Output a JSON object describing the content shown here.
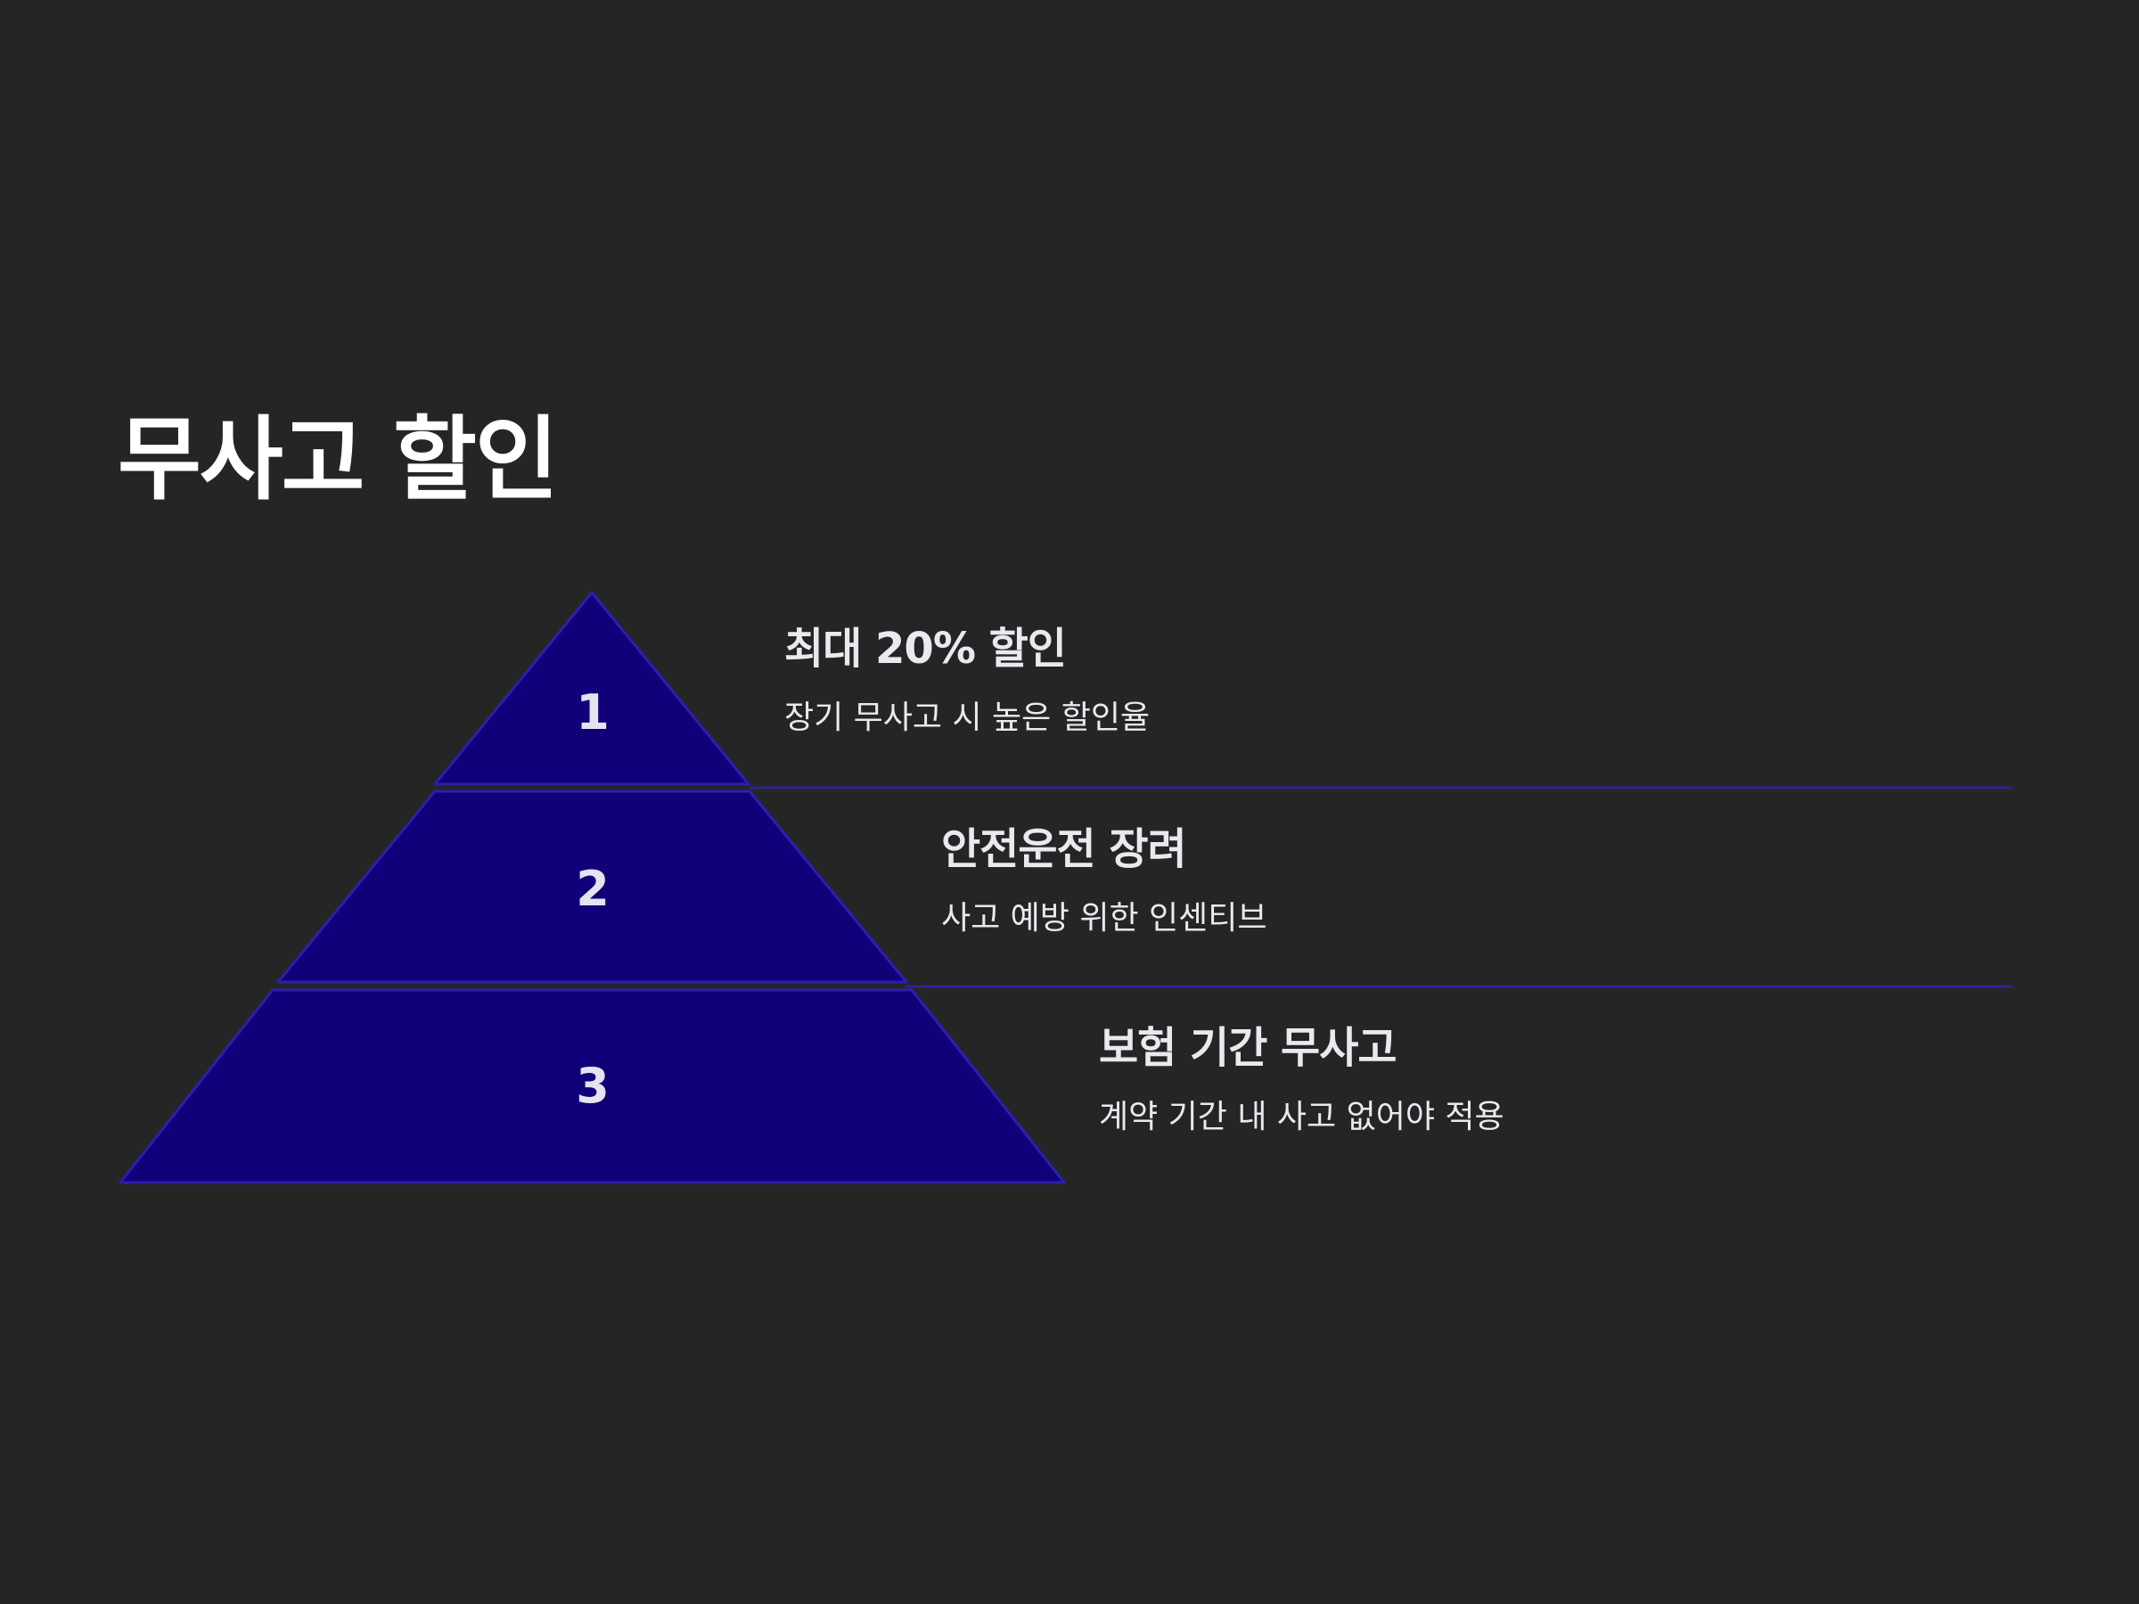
{
  "title": "무사고 할인",
  "colors": {
    "background": "#262526",
    "tier_fill": "#10007a",
    "tier_stroke": "#2a20b0",
    "divider": "#2c2296",
    "text": "#ece8ef"
  },
  "tiers": [
    {
      "number": "1",
      "title": "최대 20% 할인",
      "description": "장기 무사고 시 높은 할인율"
    },
    {
      "number": "2",
      "title": "안전운전 장려",
      "description": "사고 예방 위한 인센티브"
    },
    {
      "number": "3",
      "title": "보험 기간 무사고",
      "description": "계약 기간 내 사고 없어야 적용"
    }
  ]
}
